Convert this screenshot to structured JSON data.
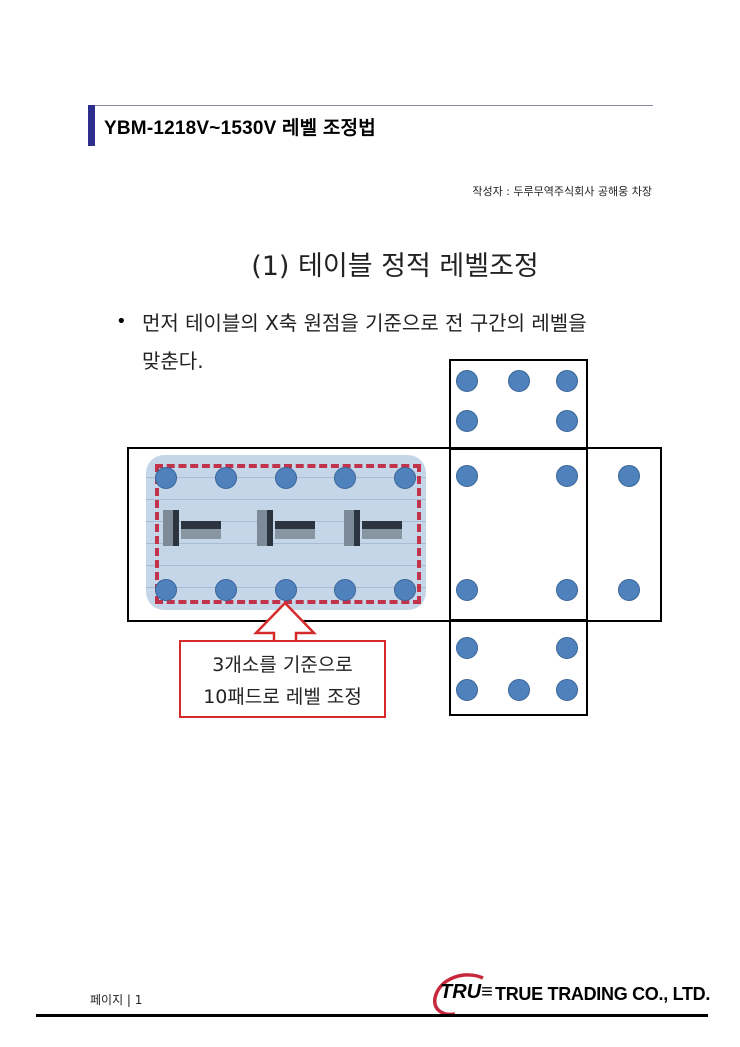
{
  "header": {
    "title": "YBM-1218V~1530V 레벨 조정법",
    "author": "작성자 : 두루무역주식회사 공해웅 차장",
    "accent_color": "#2e2e8f"
  },
  "section": {
    "title": "(1) 테이블 정적 레벨조정",
    "bullet": "•",
    "paragraph_line1": "먼저 테이블의 X축 원점을 기준으로 전 구간의 레벨을",
    "paragraph_line2": "맞춘다."
  },
  "diagram": {
    "pad_color": "#4f81bd",
    "highlight_dash_color": "#c0334a",
    "callout": {
      "line1": "3개소를 기준으로",
      "line2": "10패드로 레벨 조정",
      "border_color": "#d62b2b"
    },
    "modules": [
      {
        "label": "level-adjust-module-1"
      },
      {
        "label": "level-adjust-module-2"
      },
      {
        "label": "level-adjust-module-3"
      }
    ]
  },
  "footer": {
    "page_label": "페이지 |  1",
    "logo_mark": "TRU≡",
    "company": "TRUE TRADING CO., LTD."
  }
}
